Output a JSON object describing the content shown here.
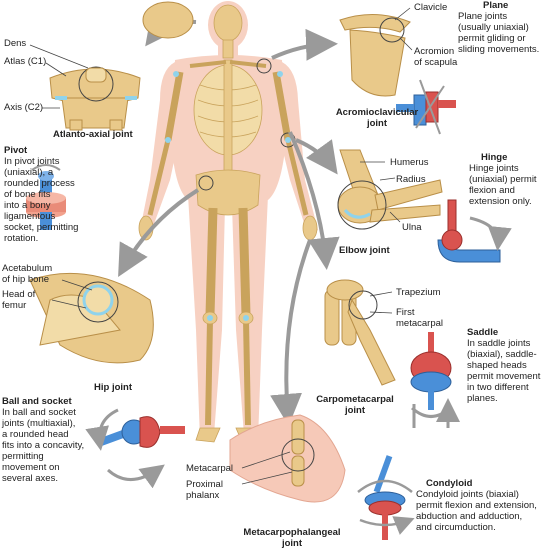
{
  "labels": {
    "clavicle": "Clavicle",
    "acromion": "Acromion\nof scapula",
    "dens": "Dens",
    "atlas": "Atlas (C1)",
    "axis": "Axis (C2)",
    "humerus": "Humerus",
    "radius": "Radius",
    "ulna": "Ulna",
    "acetabulum": "Acetabulum\nof hip bone",
    "head_femur": "Head of\nfemur",
    "trapezium": "Trapezium",
    "first_metacarpal": "First\nmetacarpal",
    "metacarpal": "Metacarpal",
    "proximal_phalanx": "Proximal\nphalanx"
  },
  "joints": {
    "atlanto_axial": "Atlanto-axial joint",
    "acromioclavicular": "Acromioclavicular\njoint",
    "elbow": "Elbow joint",
    "hip": "Hip joint",
    "carpometacarpal": "Carpometacarpal\njoint",
    "metacarpophalangeal": "Metacarpophalangeal\njoint"
  },
  "types": {
    "plane": {
      "title": "Plane",
      "desc": "Plane joints\n(usually uniaxial)\npermit gliding or\nsliding movements."
    },
    "pivot": {
      "title": "Pivot",
      "desc": "In pivot joints\n(uniaxial), a\nrounded process\nof bone fits\ninto a bony\nligamentous\nsocket, permitting\nrotation."
    },
    "hinge": {
      "title": "Hinge",
      "desc": "Hinge joints\n(uniaxial) permit\nflexion and\nextension only."
    },
    "ball_socket": {
      "title": "Ball and socket",
      "desc": "In ball and socket\njoints (multiaxial),\na rounded head\nfits into a concavity,\npermitting\nmovement on\nseveral axes."
    },
    "saddle": {
      "title": "Saddle",
      "desc": "In saddle joints\n(biaxial), saddle-\nshaped heads\npermit movement\nin two different\nplanes."
    },
    "condyloid": {
      "title": "Condyloid",
      "desc": "Condyloid joints (biaxial)\npermit flexion and extension,\nabduction and adduction,\nand circumduction."
    }
  },
  "colors": {
    "bone": "#e9c98a",
    "bone_dark": "#c9a35c",
    "skin": "#f6c9b8",
    "cartilage": "#8fd3ec",
    "model_red": "#d9534f",
    "model_blue": "#4a8fd8",
    "arrow": "#9a9a9a"
  }
}
